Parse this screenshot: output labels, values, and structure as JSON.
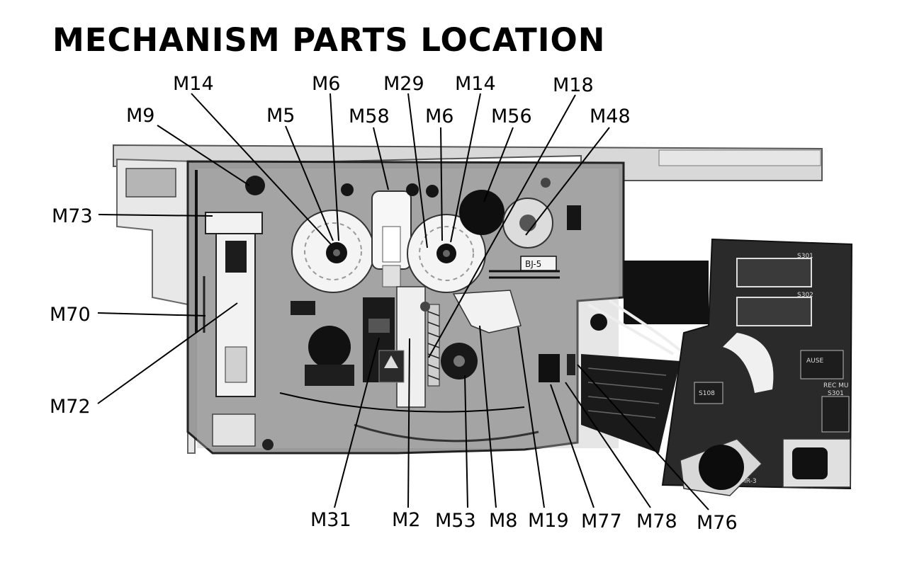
{
  "title": "MECHANISM PARTS LOCATION",
  "callouts": [
    {
      "id": "m14-left",
      "label": "M14"
    },
    {
      "id": "m6-left",
      "label": "M6"
    },
    {
      "id": "m29",
      "label": "M29"
    },
    {
      "id": "m14-right",
      "label": "M14"
    },
    {
      "id": "m18",
      "label": "M18"
    },
    {
      "id": "m9",
      "label": "M9"
    },
    {
      "id": "m5",
      "label": "M5"
    },
    {
      "id": "m58",
      "label": "M58"
    },
    {
      "id": "m6-right",
      "label": "M6"
    },
    {
      "id": "m56",
      "label": "M56"
    },
    {
      "id": "m48",
      "label": "M48"
    },
    {
      "id": "m73",
      "label": "M73"
    },
    {
      "id": "m70",
      "label": "M70"
    },
    {
      "id": "m72",
      "label": "M72"
    },
    {
      "id": "m31",
      "label": "M31"
    },
    {
      "id": "m2",
      "label": "M2"
    },
    {
      "id": "m53",
      "label": "M53"
    },
    {
      "id": "m8",
      "label": "M8"
    },
    {
      "id": "m19",
      "label": "M19"
    },
    {
      "id": "m77",
      "label": "M77"
    },
    {
      "id": "m78",
      "label": "M78"
    },
    {
      "id": "m76",
      "label": "M76"
    }
  ],
  "board_markings": {
    "tape_label": "BJ-5",
    "switch_label_1": "S301",
    "switch_label_2": "S302",
    "switch_label_3": "S108",
    "pause_label": "AUSE",
    "rec_label": "REC MU",
    "rec_sub_label": "S301",
    "board_code": "MR-3"
  }
}
